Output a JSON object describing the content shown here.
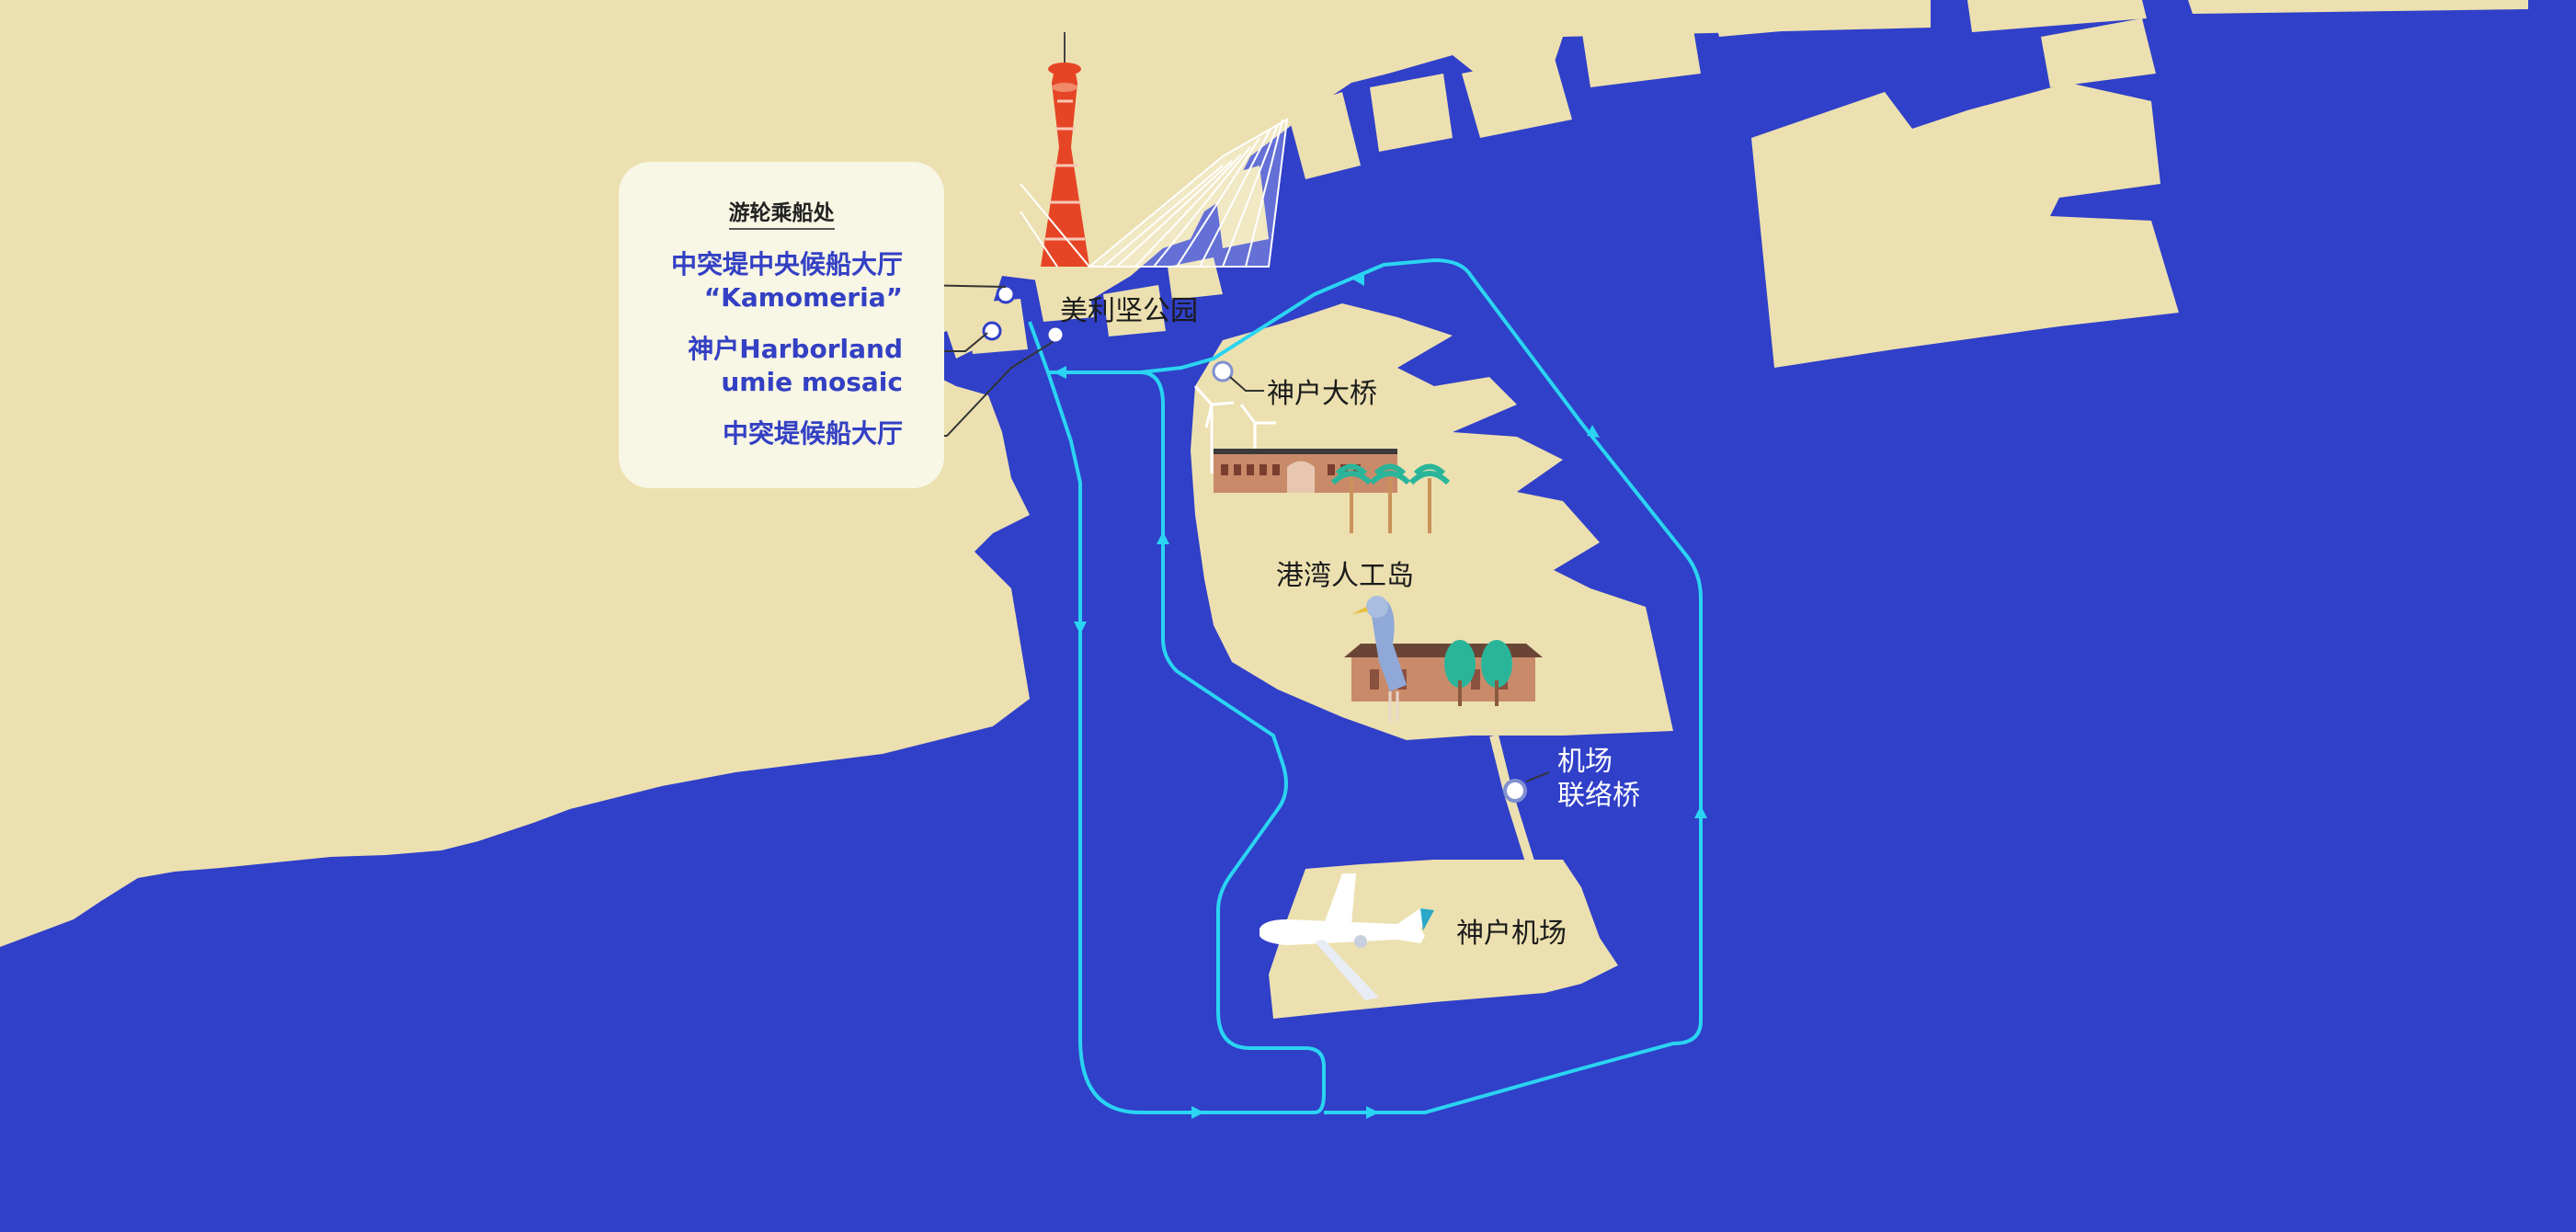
{
  "map": {
    "colors": {
      "sea": "#3040c8",
      "land": "#ece0b0",
      "route": "#2ad4f2",
      "legend_bg": "#f8f6e4",
      "legend_text": "#3340c4"
    },
    "legend": {
      "title": "游轮乘船处",
      "items": [
        {
          "line1": "中突堤中央候船大厅",
          "line2": "“Kamomeria”"
        },
        {
          "line1": "神户Harborland",
          "line2": "umie mosaic"
        },
        {
          "line1": "中突堤候船大厅",
          "line2": ""
        }
      ]
    },
    "places": {
      "meriken_park": "美利坚公园",
      "kobe_bridge": "神户大桥",
      "port_island": "港湾人工岛",
      "airport_bridge_line1": "机场",
      "airport_bridge_line2": "联络桥",
      "kobe_airport": "神户机场"
    },
    "icons": [
      "kobe-port-tower-icon",
      "maritime-museum-icon",
      "wind-turbine-icon",
      "brick-building-icon",
      "palm-tree-icon",
      "heron-bird-icon",
      "airplane-icon",
      "pier-marker-icon"
    ]
  }
}
